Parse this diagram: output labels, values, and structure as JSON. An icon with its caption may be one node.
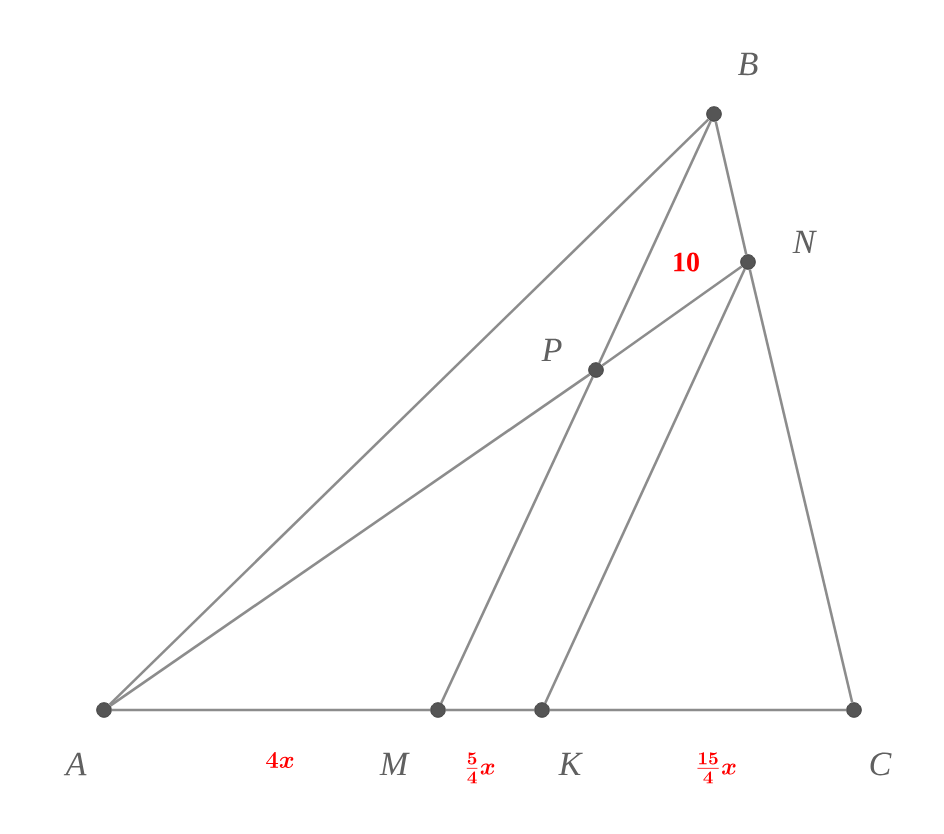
{
  "diagram": {
    "nodes": [
      {
        "text": [
          "A"
        ]
      },
      {
        "text": [
          "B"
        ]
      },
      {
        "text": [
          "C"
        ]
      },
      {
        "text": [
          "M"
        ]
      },
      {
        "text": [
          "K"
        ]
      },
      {
        "text": [
          "N"
        ]
      },
      {
        "text": [
          "P"
        ]
      }
    ],
    "edges": [
      {
        "from": 0,
        "to": 1,
        "arrow": "none"
      },
      {
        "from": 1,
        "to": 5,
        "arrow": "none"
      },
      {
        "from": 5,
        "to": 2,
        "arrow": "none"
      },
      {
        "from": 0,
        "to": 3,
        "arrow": "none",
        "label": "4x"
      },
      {
        "from": 3,
        "to": 4,
        "arrow": "none",
        "label": "\\frac{5}{4}x"
      },
      {
        "from": 4,
        "to": 2,
        "arrow": "none",
        "label": "\\frac{15}{4}x"
      },
      {
        "from": 0,
        "to": 6,
        "arrow": "none"
      },
      {
        "from": 6,
        "to": 5,
        "arrow": "none"
      },
      {
        "from": 1,
        "to": 6,
        "arrow": "none"
      },
      {
        "from": 6,
        "to": 3,
        "arrow": "none"
      },
      {
        "from": 4,
        "to": 5,
        "arrow": "none"
      }
    ],
    "labels": [
      "10"
    ]
  }
}
